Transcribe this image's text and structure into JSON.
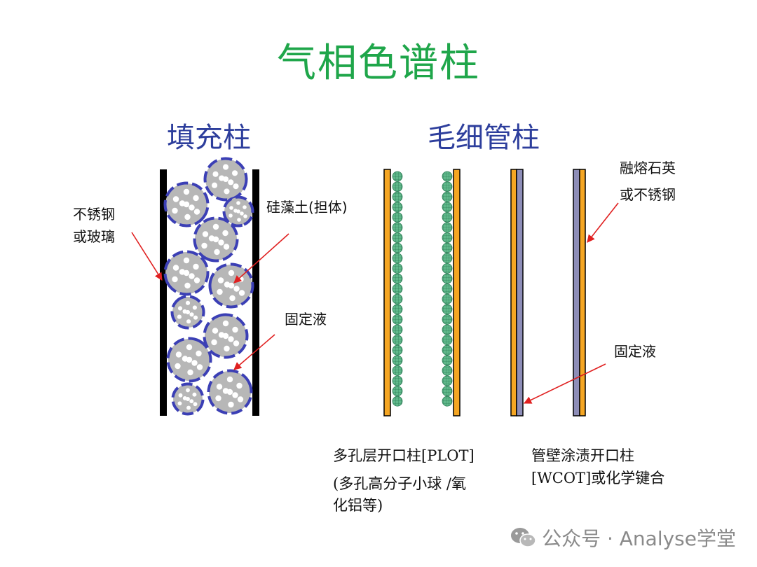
{
  "title": "气相色谱柱",
  "packed": {
    "heading": "填充柱",
    "wall_label_line1": "不锈钢",
    "wall_label_line2": "或玻璃",
    "support_label": "硅藻土(担体)",
    "liquid_label": "固定液"
  },
  "capillary": {
    "heading": "毛细管柱",
    "tube_label_line1": "融熔石英",
    "tube_label_line2": "或不锈钢",
    "liquid_label": "固定液",
    "plot_caption_line1": "多孔层开口柱[PLOT]",
    "plot_caption_line2": "(多孔高分子小球 /氧",
    "plot_caption_line3": "化铝等)",
    "wcot_caption_line1": "管壁涂渍开口柱",
    "wcot_caption_line2": "[WCOT]或化学键合"
  },
  "watermark": {
    "text": "公众号 · Analyse学堂",
    "icon": "wechat-icon"
  },
  "colors": {
    "title": "#1fa64a",
    "heading": "#2d3e9c",
    "arrow": "#e02020",
    "tube_wall": "#f5a623",
    "particle": "#b7b7b7",
    "liquid_coat": "#3b3fb5",
    "plot_bead": "#5fb88a",
    "wcot_coat": "#8e8eb8"
  }
}
